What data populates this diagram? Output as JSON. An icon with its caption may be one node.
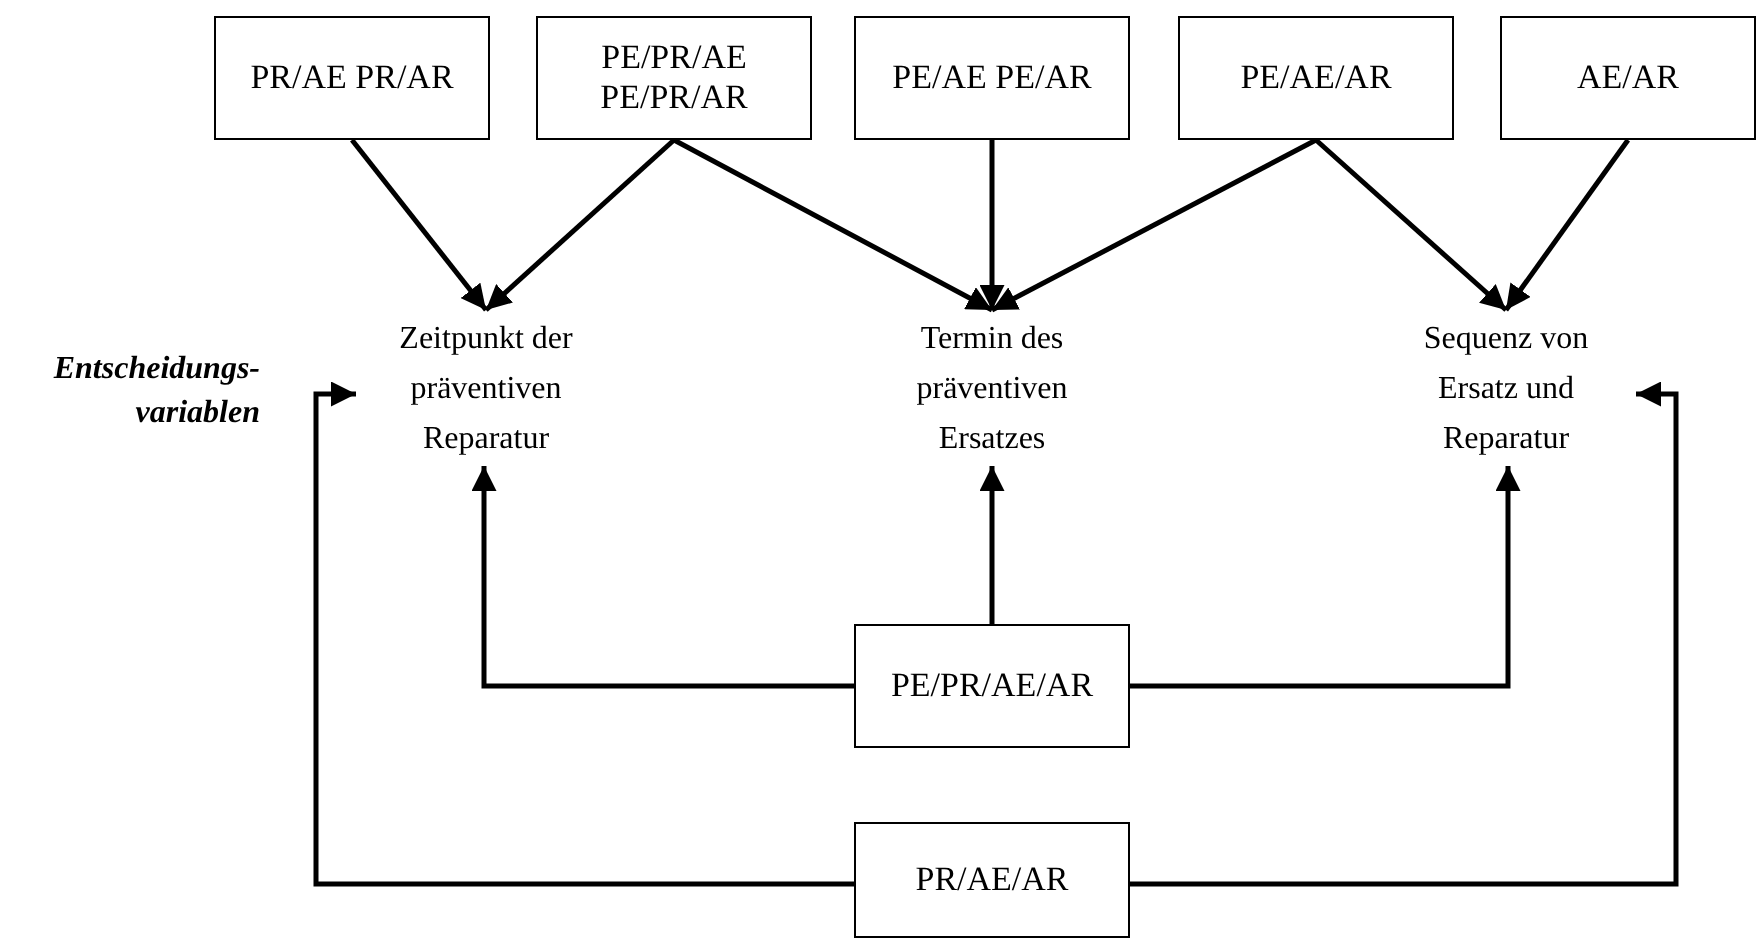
{
  "diagram": {
    "nodes": [
      {
        "text": [
          "PR/AE PR/AR"
        ]
      },
      {
        "text": [
          "PE/PR/AE PE/PR/AR"
        ]
      },
      {
        "text": [
          "PE/AE PE/AR"
        ]
      },
      {
        "text": [
          "PE/AE/AR"
        ]
      },
      {
        "text": [
          "AE/AR"
        ]
      },
      {
        "text": [
          "Zeitpunkt der präventiven Reparatur"
        ]
      },
      {
        "text": [
          "Termin des präventiven Ersatzes"
        ]
      },
      {
        "text": [
          "Sequenz von Ersatz und Reparatur"
        ]
      },
      {
        "text": [
          "PE/PR/AE/AR"
        ]
      },
      {
        "text": [
          "PR/AE/AR"
        ]
      }
    ],
    "edges": [
      {
        "from": 0,
        "to": 5,
        "arrow": "to"
      },
      {
        "from": 1,
        "to": 5,
        "arrow": "to"
      },
      {
        "from": 1,
        "to": 6,
        "arrow": "to"
      },
      {
        "from": 2,
        "to": 6,
        "arrow": "to"
      },
      {
        "from": 3,
        "to": 6,
        "arrow": "to"
      },
      {
        "from": 3,
        "to": 7,
        "arrow": "to"
      },
      {
        "from": 4,
        "to": 7,
        "arrow": "to"
      },
      {
        "from": 8,
        "to": 5,
        "arrow": "to"
      },
      {
        "from": 8,
        "to": 6,
        "arrow": "to"
      },
      {
        "from": 8,
        "to": 7,
        "arrow": "to"
      },
      {
        "from": 9,
        "to": 5,
        "arrow": "to"
      },
      {
        "from": 9,
        "to": 7,
        "arrow": "to"
      }
    ],
    "labels": [
      "Entscheidungs- variablen"
    ]
  }
}
